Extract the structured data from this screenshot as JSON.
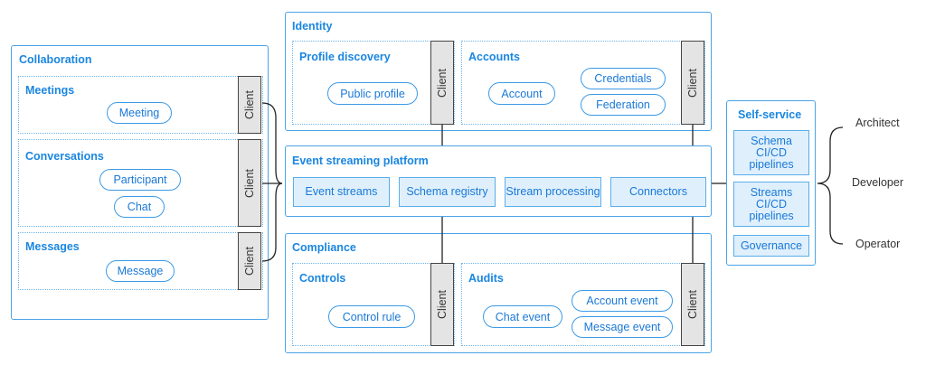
{
  "collaboration": {
    "title": "Collaboration",
    "meetings": {
      "title": "Meetings",
      "items": [
        "Meeting"
      ],
      "client": "Client"
    },
    "conversations": {
      "title": "Conversations",
      "items": [
        "Participant",
        "Chat"
      ],
      "client": "Client"
    },
    "messages": {
      "title": "Messages",
      "items": [
        "Message"
      ],
      "client": "Client"
    }
  },
  "identity": {
    "title": "Identity",
    "profile_discovery": {
      "title": "Profile discovery",
      "items": [
        "Public profile"
      ],
      "client": "Client"
    },
    "accounts": {
      "title": "Accounts",
      "items": [
        "Account",
        "Credentials",
        "Federation"
      ],
      "client": "Client"
    }
  },
  "event_streaming": {
    "title": "Event streaming platform",
    "components": [
      "Event streams",
      "Schema registry",
      "Stream processing",
      "Connectors"
    ]
  },
  "compliance": {
    "title": "Compliance",
    "controls": {
      "title": "Controls",
      "items": [
        "Control rule"
      ],
      "client": "Client"
    },
    "audits": {
      "title": "Audits",
      "items": [
        "Chat event",
        "Account event",
        "Message event"
      ],
      "client": "Client"
    }
  },
  "self_service": {
    "title": "Self-service",
    "items": [
      "Schema CI/CD pipelines",
      "Streams CI/CD pipelines",
      "Governance"
    ]
  },
  "actors": [
    "Architect",
    "Developer",
    "Operator"
  ],
  "colors": {
    "accent": "#1a86e0",
    "component_fill": "#dff0fc",
    "client_fill": "#e4e4e4"
  }
}
